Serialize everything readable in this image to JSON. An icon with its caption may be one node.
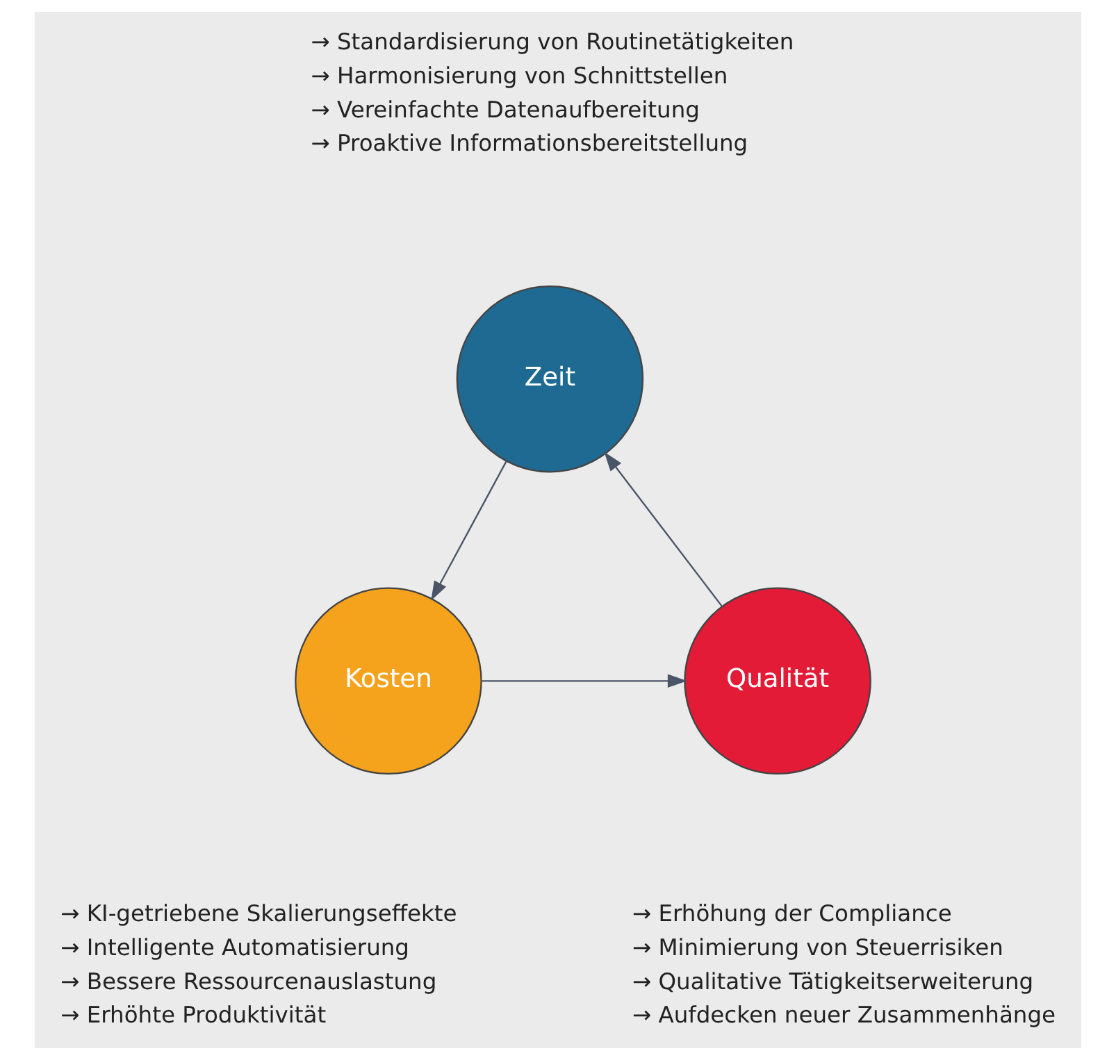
{
  "diagram": {
    "nodes": [
      {
        "text": [
          "Zeit"
        ],
        "beside": [
          "→ Standardisierung von Routinetätigkeiten",
          "→ Harmonisierung von Schnittstellen",
          "→ Vereinfachte Datenaufbereitung",
          "→ Proaktive Informationsbereitstellung"
        ]
      },
      {
        "text": [
          "Qualität"
        ],
        "beside": [
          "→ Erhöhung der Compliance",
          "→ Minimierung von Steuerrisiken",
          "→ Qualitative Tätigkeitserweiterung",
          "→ Aufdecken neuer Zusammenhänge"
        ]
      },
      {
        "text": [
          "Kosten"
        ],
        "beside": [
          "→ KI-getriebene Skalierungseffekte",
          "→ Intelligente Automatisierung",
          "→ Bessere Ressourcenauslastung",
          "→ Erhöhte Produktivität"
        ]
      }
    ],
    "edges": [
      {
        "from": 1,
        "to": 0,
        "arrow": "to"
      },
      {
        "from": 0,
        "to": 2,
        "arrow": "to"
      },
      {
        "from": 2,
        "to": 1,
        "arrow": "to"
      }
    ]
  }
}
